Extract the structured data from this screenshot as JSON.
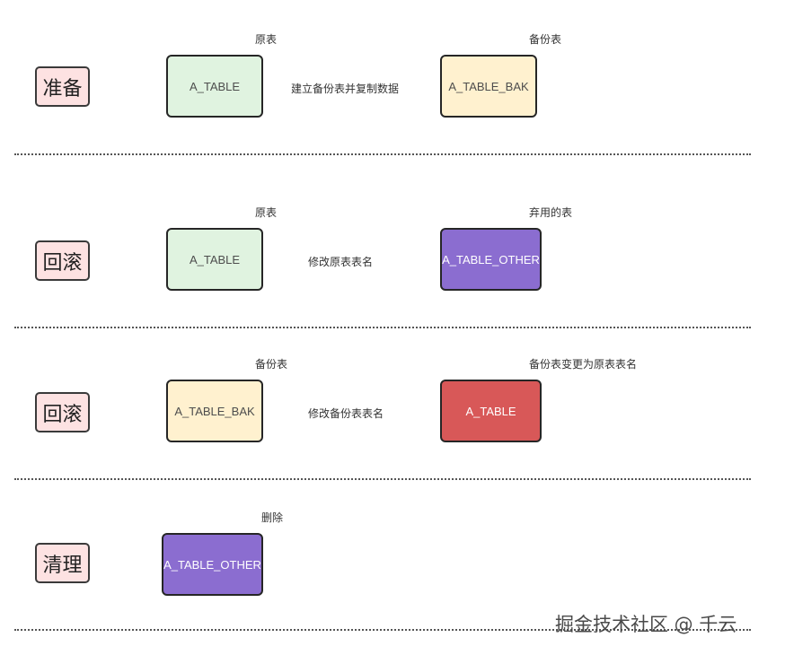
{
  "stages": [
    {
      "label": "准备",
      "source_caption": "原表",
      "source_table": "A_TABLE",
      "action": "建立备份表并复制数据",
      "target_caption": "备份表",
      "target_table": "A_TABLE_BAK"
    },
    {
      "label": "回滚",
      "source_caption": "原表",
      "source_table": "A_TABLE",
      "action": "修改原表表名",
      "target_caption": "弃用的表",
      "target_table": "A_TABLE_OTHER"
    },
    {
      "label": "回滚",
      "source_caption": "备份表",
      "source_table": "A_TABLE_BAK",
      "action": "修改备份表表名",
      "target_caption": "备份表变更为原表表名",
      "target_table": "A_TABLE"
    },
    {
      "label": "清理",
      "source_caption": "删除",
      "source_table": "A_TABLE_OTHER"
    }
  ],
  "colors": {
    "original": "#e0f3e0",
    "backup": "#fff1cf",
    "discarded": "#8b6dd0",
    "renamed": "#d85858",
    "stage_label": "#fde2e2"
  },
  "watermark": "掘金技术社区 @ 千云"
}
